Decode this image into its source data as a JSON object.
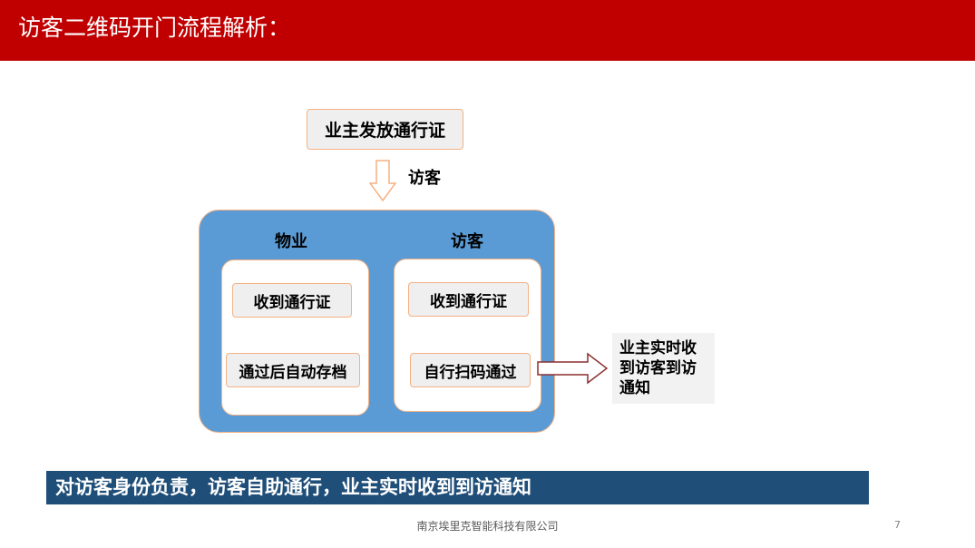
{
  "header": {
    "title": "访客二维码开门流程解析："
  },
  "flow": {
    "top_box": "业主发放通行证",
    "arrow_label": "访客",
    "panel": {
      "left": {
        "title": "物业",
        "items": [
          "收到通行证",
          "通过后自动存档"
        ]
      },
      "right": {
        "title": "访客",
        "items": [
          "收到通行证",
          "自行扫码通过"
        ]
      }
    },
    "notice": "业主实时收到访客到访通知"
  },
  "banner": {
    "text": "对访客身份负责，访客自助通行，业主实时收到到访通知"
  },
  "footer": {
    "company": "南京埃里克智能科技有限公司",
    "page_number": "7"
  },
  "colors": {
    "header_red": "#c00000",
    "panel_blue": "#5b9bd5",
    "banner_navy": "#1f4e79",
    "box_border_orange": "#f4b183",
    "arrow_red": "#8b2e2e"
  },
  "icons": {
    "down_arrow": "down-arrow-icon",
    "right_arrow": "right-arrow-icon"
  }
}
